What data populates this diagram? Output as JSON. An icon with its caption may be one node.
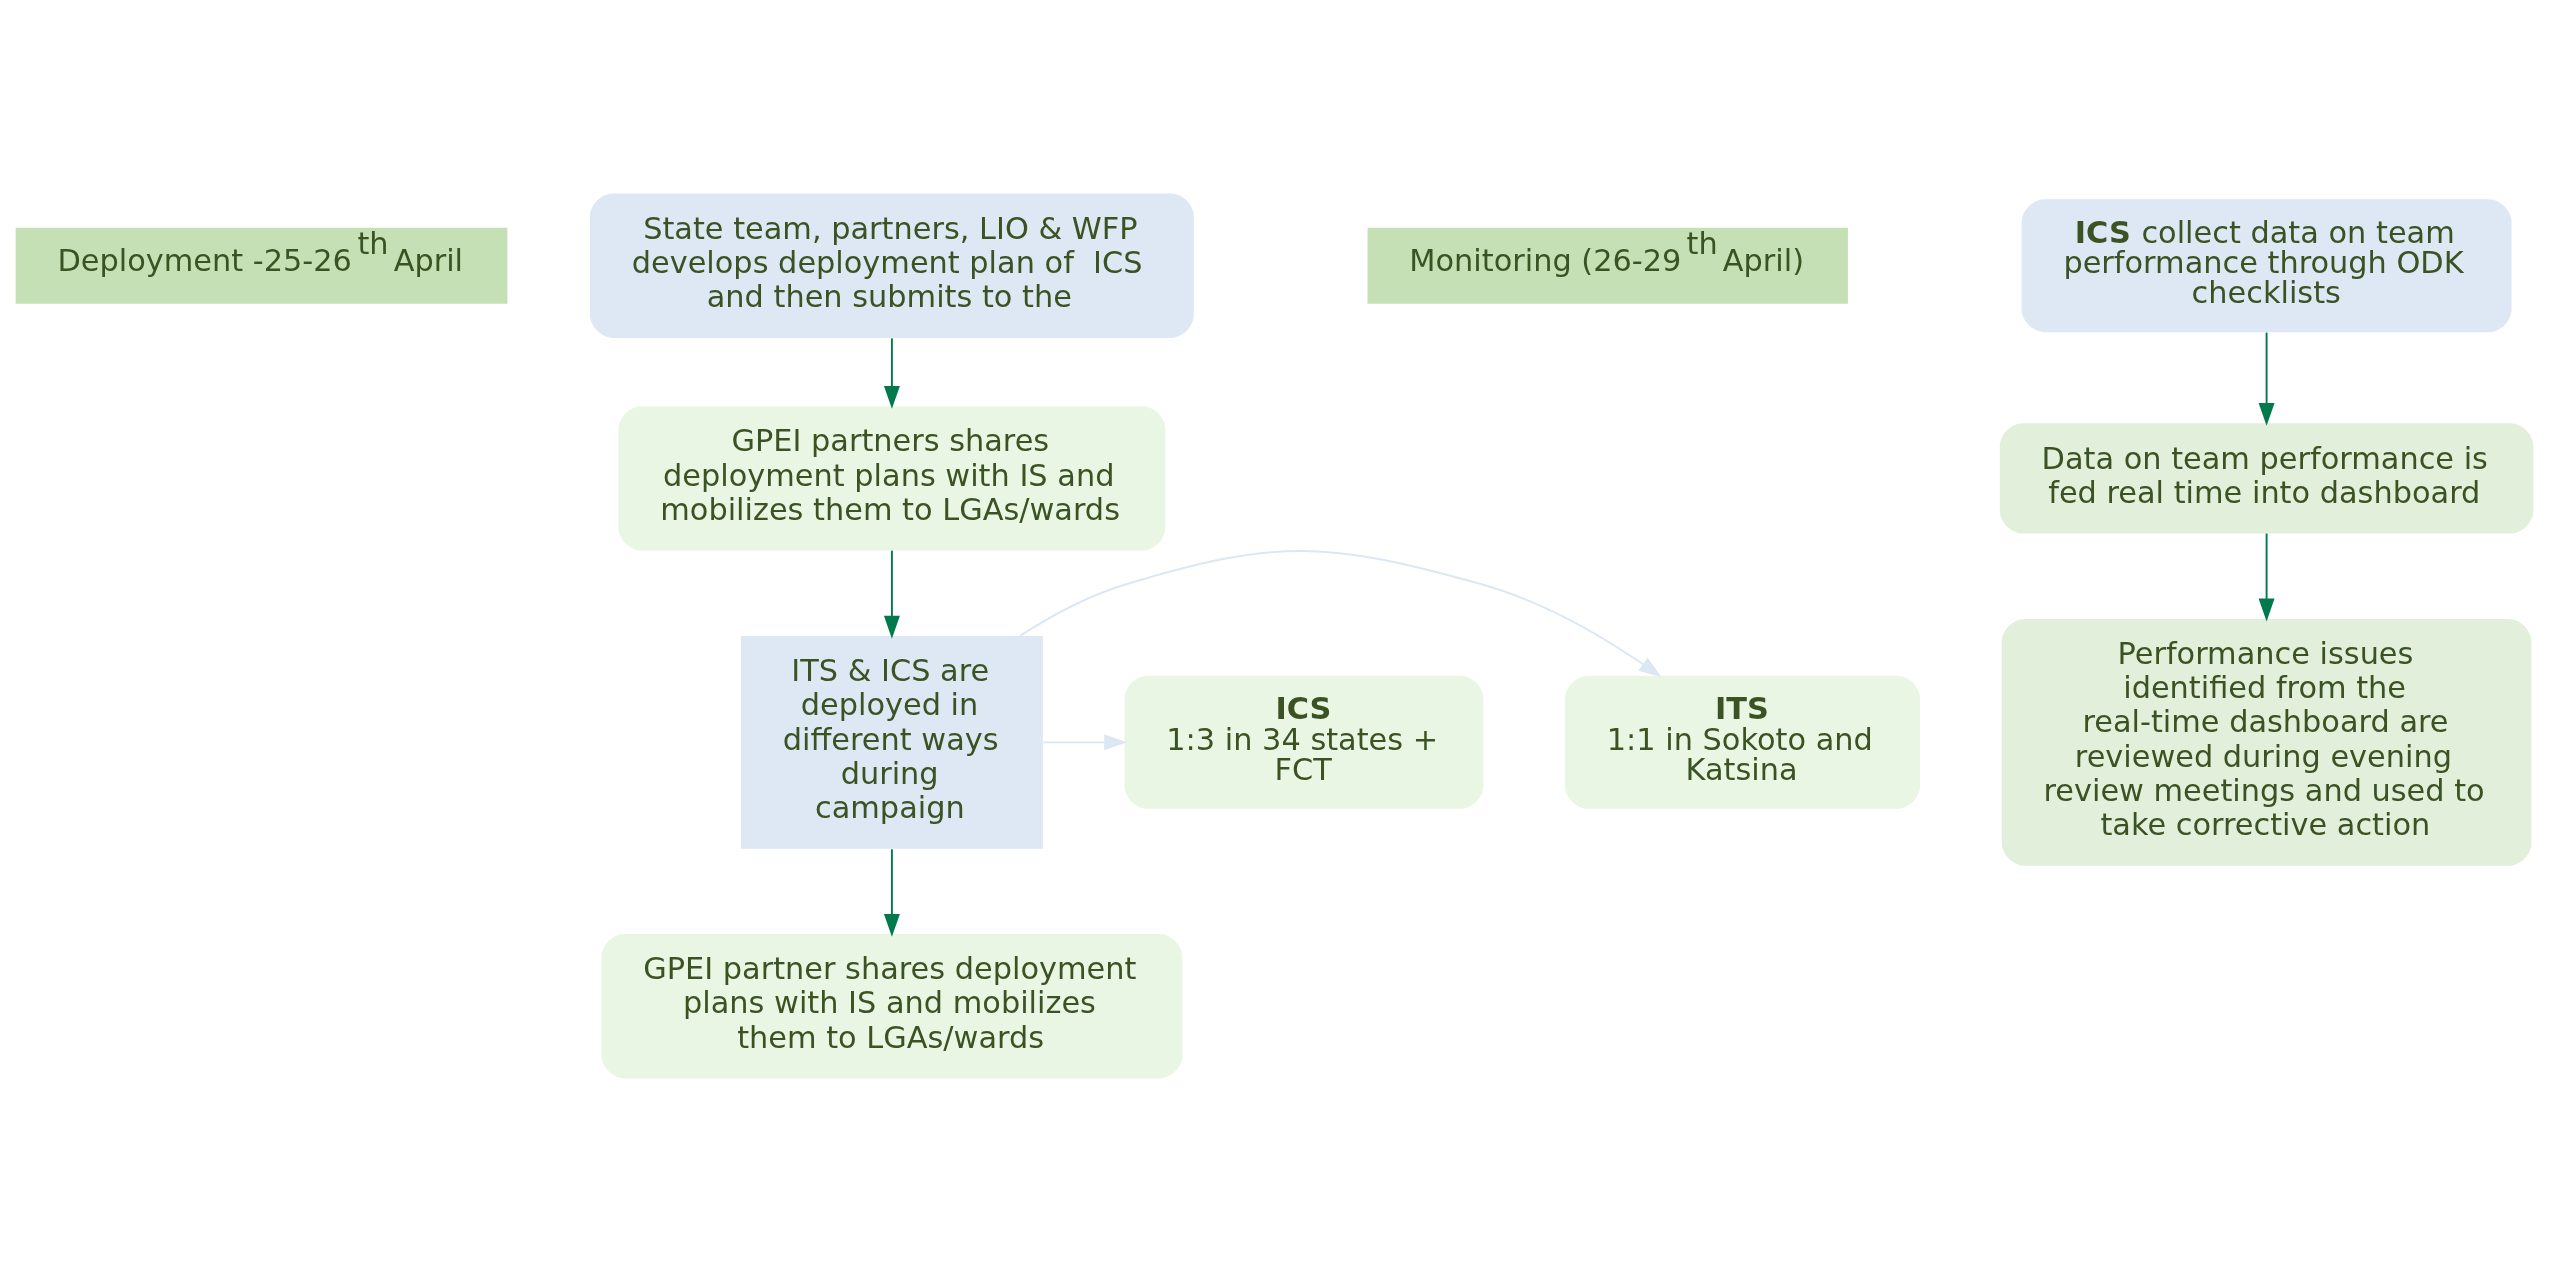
{
  "diagram": {
    "nodes": [
      {
        "text": [
          "Deployment -25-26$^{th}$ April"
        ]
      },
      {
        "text": [
          "State team, partners, LIO & WFP develops deployment plan of  ICS and then submits to the"
        ]
      },
      {
        "text": [
          "GPEI partners shares deployment plans with IS and mobilizes them to LGAs/wards"
        ]
      },
      {
        "text": [
          "ITS & ICS are deployed in different ways during campaign"
        ]
      },
      {
        "text": [
          "ITS",
          "1:1 in Sokoto and Katsina"
        ]
      },
      {
        "text": [
          "ICS",
          "1:3 in 34 states + FCT"
        ]
      },
      {
        "text": [
          "GPEI partner shares deployment plans with IS and mobilizes them to LGAs/wards"
        ]
      },
      {
        "text": [
          "Monitoring (26-29$^{th}$ April)"
        ]
      },
      {
        "text": [
          "**ICS** collect data on team performance through ODK checklists"
        ]
      },
      {
        "text": [
          "Data on team performance is fed real time into dashboard"
        ]
      },
      {
        "text": [
          "Performance issues identified from the real-time dashboard are reviewed during evening review meetings and used to take corrective action"
        ]
      }
    ],
    "edges": [
      {
        "from": 1,
        "to": 2,
        "arrow": "to"
      },
      {
        "from": 2,
        "to": 3,
        "arrow": "to"
      },
      {
        "from": 3,
        "to": 4,
        "arrow": "to",
        "color": "#dce7f4"
      },
      {
        "from": 3,
        "to": 5,
        "arrow": "to",
        "color": "#dce7f4"
      },
      {
        "from": 3,
        "to": 6,
        "arrow": "to"
      },
      {
        "from": 8,
        "to": 9,
        "arrow": "to"
      },
      {
        "from": 9,
        "to": 10,
        "arrow": "to"
      }
    ]
  }
}
